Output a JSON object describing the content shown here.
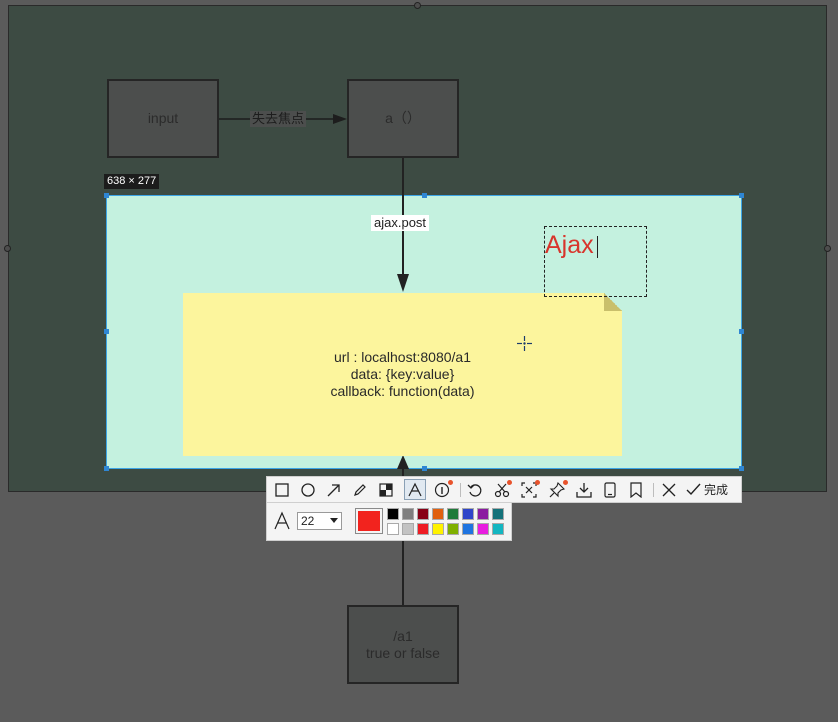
{
  "diagram": {
    "nodes": {
      "input": "input",
      "a": "a（）",
      "result_line1": "/a1",
      "result_line2": "true or false"
    },
    "edge_labels": {
      "lost_focus": "失去焦点",
      "ajax_post": "ajax.post"
    }
  },
  "selection": {
    "size_label": "638 × 277"
  },
  "note": {
    "lines": [
      "url : localhost:8080/a1",
      "data: {key:value}",
      "callback: function(data)"
    ]
  },
  "annotation_text": "Ajax",
  "toolbar": {
    "tools": [
      "rectangle-tool",
      "ellipse-tool",
      "arrow-tool",
      "pen-tool",
      "mosaic-tool",
      "text-tool",
      "serial-number-tool",
      "undo",
      "pin-tool",
      "ocr-tool",
      "top-pin",
      "save",
      "copy-mobile",
      "bookmark",
      "cancel"
    ],
    "done_label": "完成"
  },
  "text_options": {
    "font_size": "22",
    "current_color": "#f2231e",
    "palette_top": [
      "#000000",
      "#7f7f7f",
      "#880015",
      "#e06010",
      "#1f7a3a",
      "#2e45c9",
      "#8b1ba0",
      "#14727a"
    ],
    "palette_bottom": [
      "#ffffff",
      "#c3c3c3",
      "#ee1c24",
      "#fff200",
      "#7fb000",
      "#1e74e0",
      "#e81de0",
      "#13b6c1"
    ]
  }
}
